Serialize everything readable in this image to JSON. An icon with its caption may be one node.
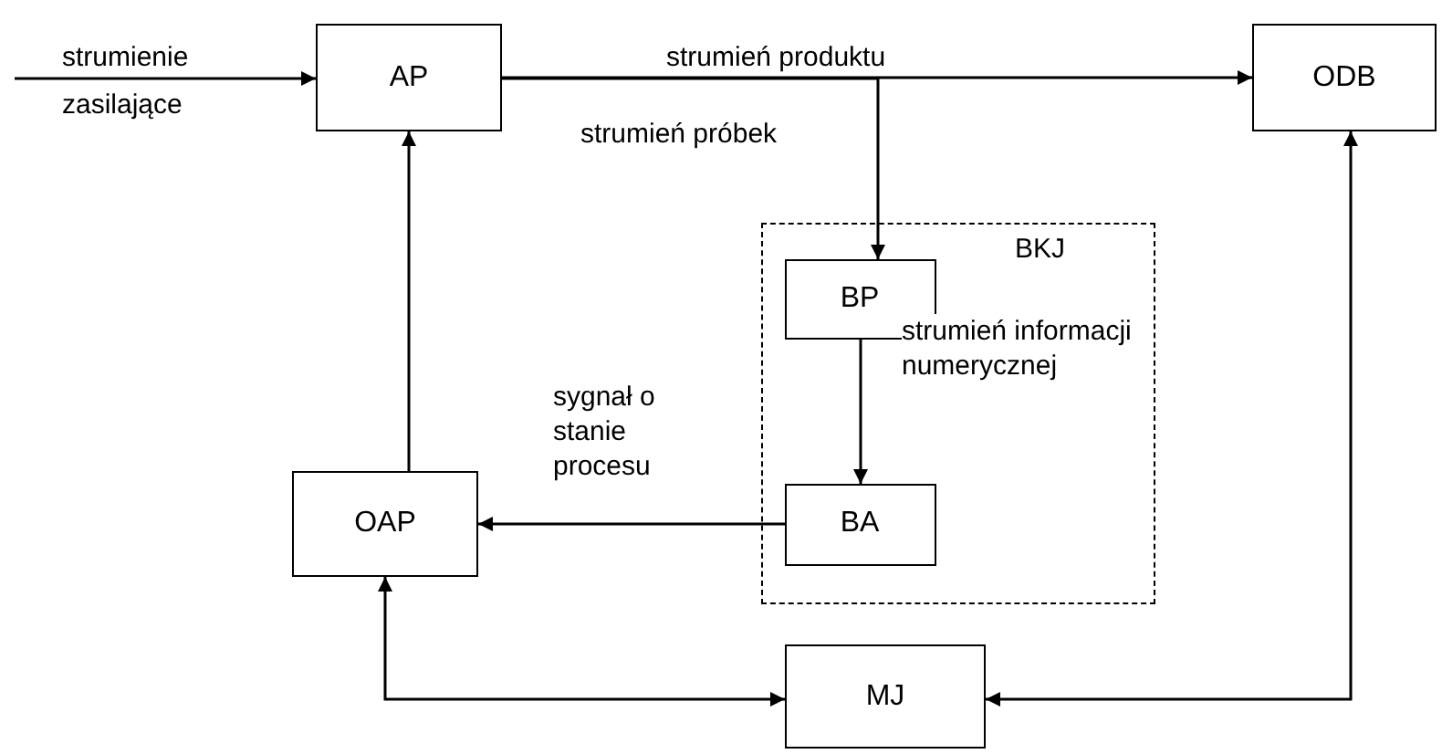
{
  "diagram": {
    "nodes": [
      {
        "text": [
          "AP"
        ]
      },
      {
        "text": [
          "ODB"
        ]
      },
      {
        "text": [
          "BKJ"
        ]
      },
      {
        "text": [
          "BP"
        ],
        "in": 2
      },
      {
        "text": [
          "BA"
        ],
        "in": 2
      },
      {
        "text": [
          "OAP"
        ]
      },
      {
        "text": [
          "MJ"
        ]
      }
    ],
    "edges": [
      {
        "from": null,
        "to": 0,
        "arrow": "to"
      },
      {
        "from": 0,
        "to": 1,
        "arrow": "to",
        "label": "strumień produktu"
      },
      {
        "from": 0,
        "to": 3,
        "arrow": "to",
        "label": "strumień próbek"
      },
      {
        "from": 3,
        "to": 4,
        "arrow": "to",
        "label": "strumień informacji numerycznej"
      },
      {
        "from": 4,
        "to": 5,
        "arrow": "to",
        "label": "sygnał o stanie procesu"
      },
      {
        "from": 5,
        "to": 0,
        "arrow": "to"
      },
      {
        "from": 5,
        "to": 6,
        "arrow": "both"
      },
      {
        "from": 1,
        "to": 6,
        "arrow": "both"
      }
    ],
    "labels": [
      "strumienie",
      "zasilające"
    ]
  }
}
